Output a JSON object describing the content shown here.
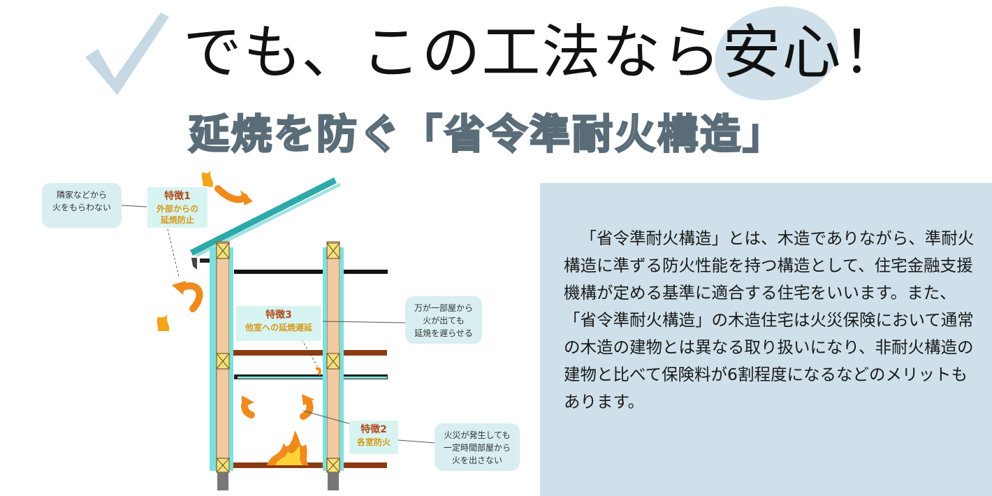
{
  "header": {
    "title_prefix": "でも、この工法なら",
    "title_highlight": "安心",
    "title_suffix": "！",
    "subtitle": "延焼を防ぐ「省令準耐火構造」"
  },
  "diagram": {
    "callouts": [
      {
        "id": "neighbor",
        "text": "隣家などから\n火をもらわない"
      },
      {
        "id": "room-spread",
        "text": "万が一部屋から\n火が出ても\n延焼を遅らせる"
      },
      {
        "id": "fire-room",
        "text": "火災が発生しても\n一定時間部屋から\n火を出さない"
      }
    ],
    "features": [
      {
        "id": "f1",
        "title": "特徴1",
        "text": "外部からの\n延焼防止"
      },
      {
        "id": "f3",
        "title": "特徴3",
        "text": "他室への延焼遅延"
      },
      {
        "id": "f2",
        "title": "特徴2",
        "text": "各室防火"
      }
    ]
  },
  "panel": {
    "text": "「省令準耐火構造」とは、木造でありながら、準耐火構造に準ずる防火性能を持つ構造として、住宅金融支援機構が定める基準に適合する住宅をいいます。また、「省令準耐火構造」の木造住宅は火災保険において通常の木造の建物とは異なる取り扱いになり、非耐火構造の建物と比べて保険料が6割程度になるなどのメリットもあります。"
  },
  "colors": {
    "accent_blob": "#cfe0ea",
    "subtitle_fill": "#b4c9d6",
    "feature_title": "#b04a1c",
    "feature_text": "#d49a1a",
    "flame": "#f08a1c",
    "panel_bg": "#cfe0ea"
  }
}
